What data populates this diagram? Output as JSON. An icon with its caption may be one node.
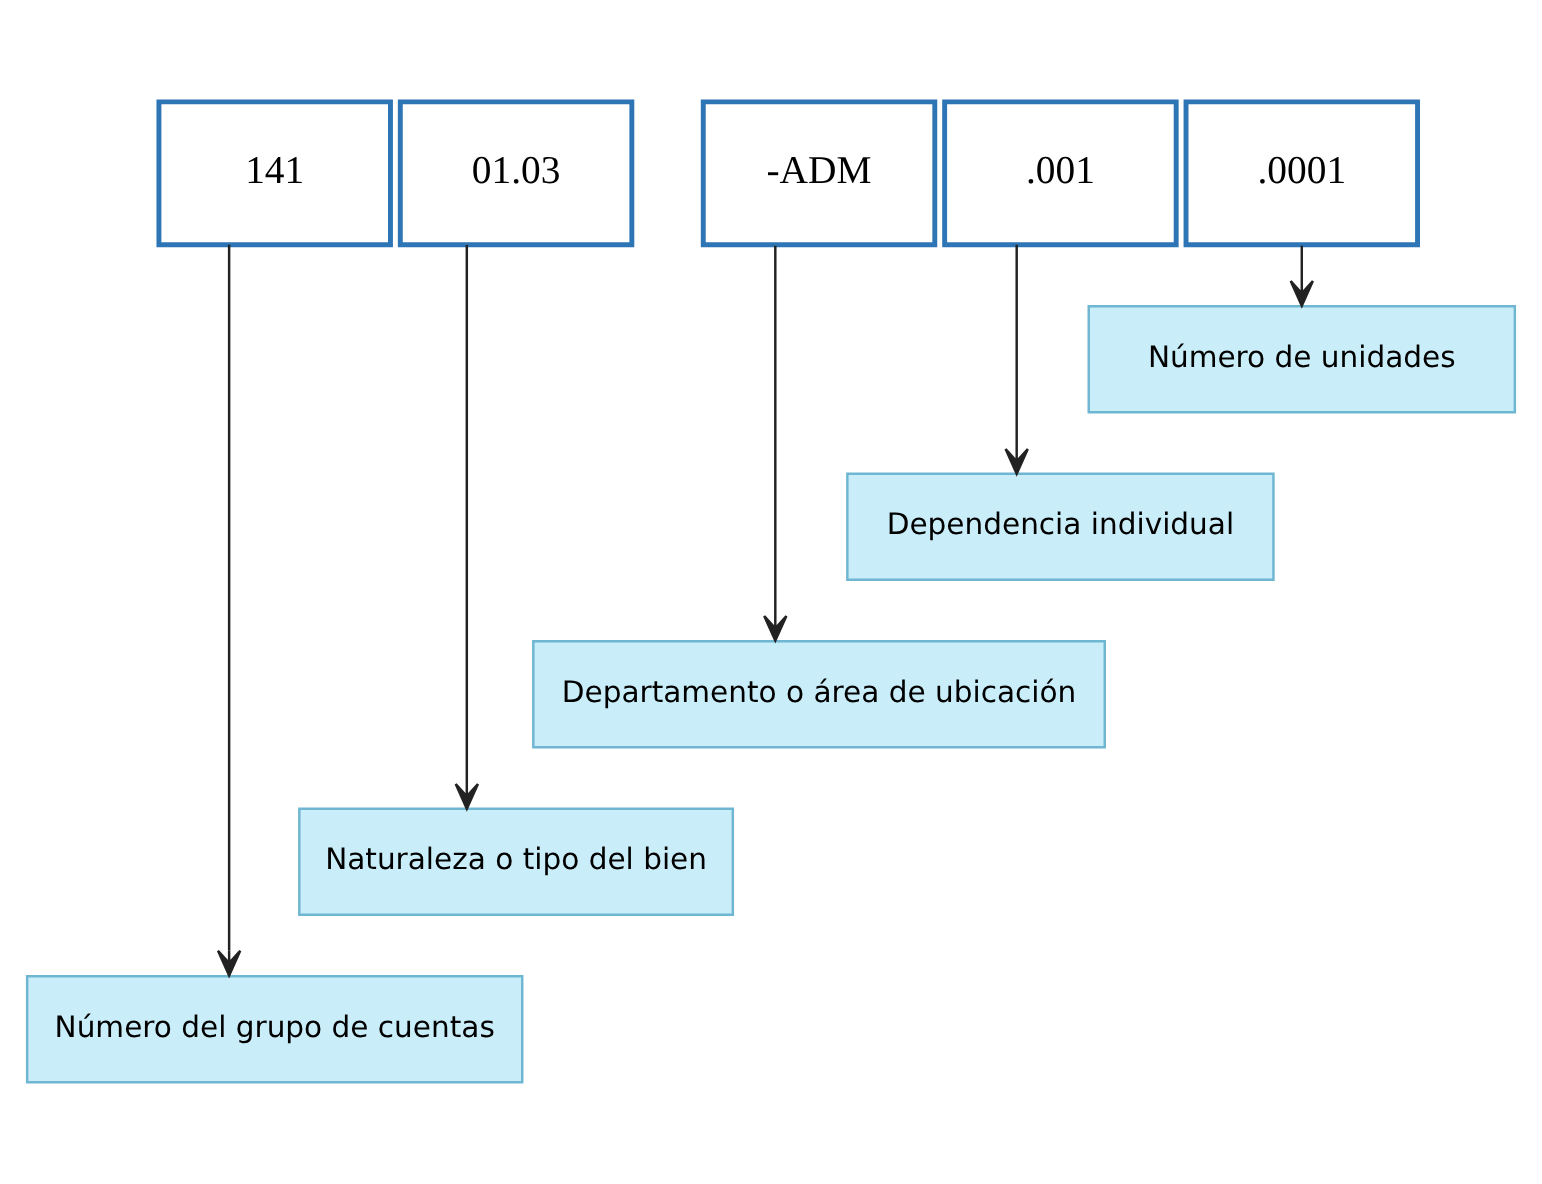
{
  "diagram": {
    "nodes": [
      {
        "text": [
          "141"
        ]
      },
      {
        "text": [
          "01.03"
        ]
      },
      {
        "text": [
          "-ADM"
        ]
      },
      {
        "text": [
          ".001"
        ]
      },
      {
        "text": [
          ".0001"
        ]
      },
      {
        "text": [
          "Número de unidades"
        ]
      },
      {
        "text": [
          "Dependencia individual"
        ]
      },
      {
        "text": [
          "Departamento o área de ubicación"
        ]
      },
      {
        "text": [
          "Naturaleza o tipo del bien"
        ]
      },
      {
        "text": [
          "Número del grupo de cuentas"
        ]
      }
    ],
    "edges": [
      {
        "from": 4,
        "to": 5,
        "arrow": "to"
      },
      {
        "from": 3,
        "to": 6,
        "arrow": "to"
      },
      {
        "from": 2,
        "to": 7,
        "arrow": "to"
      },
      {
        "from": 1,
        "to": 8,
        "arrow": "to"
      },
      {
        "from": 0,
        "to": 9,
        "arrow": "to"
      }
    ]
  }
}
